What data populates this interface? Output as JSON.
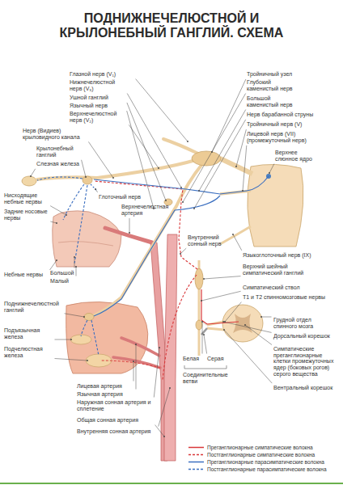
{
  "diagram": {
    "title": "ПОДНИЖНЕЧЕЛЮСТНОЙ И КРЫЛОНЕБНЫЙ ГАНГЛИЙ. СХЕМА",
    "labels": [
      "Глазной нерв (V₁)",
      "Нижнечелюстной нерв (V₃)",
      "Ушной ганглий",
      "Язычный нерв",
      "Верхнечелюстной нерв (V₂)",
      "Нерв (Видиев) крыловидного канала",
      "Крылонебный ганглий",
      "Слезная железа",
      "Нисходящие небные нервы",
      "Задние носовые нервы",
      "Глоточный нерв",
      "Верхнечелюстная артерия",
      "Небные нервы",
      "Большой",
      "Малый",
      "Поднижнечелюстной ганглий",
      "Подъязычная железа",
      "Подчелюстная железа",
      "Лицевая артерия",
      "Язычная артерия",
      "Наружная сонная артерия и сплетение",
      "Общая сонная артерия",
      "Внутренняя сонная артерия",
      "Тройничный узел",
      "Глубокий каменистый нерв",
      "Большой каменистый нерв",
      "Нерв барабанной струны",
      "Тройничный нерв (V)",
      "Лицевой нерв (VII) (промежуточный нерв)",
      "Верхнее слюнное ядро",
      "Внутренний сонный нерв",
      "Языкоглоточный нерв (IX)",
      "Верхний шейный симпатический ганглий",
      "Симпатический ствол",
      "T1 и T2 спинномозговые нервы",
      "Грудной отдел спинного мозга",
      "Дорсальный корешок",
      "Белая",
      "Серая",
      "Соединительные ветви",
      "Симпатические преганглионарные клетки промежуточных ядер (боковых рогов) серого вещества",
      "Вентральный корешок"
    ],
    "legend": [
      {
        "text": "Преганглионарные симпатические волокна"
      },
      {
        "text": "Постганглионарные симпатические волокна"
      },
      {
        "text": "Преганглионарные парасимпатические волокна"
      },
      {
        "text": "Постганглионарные парасимпатические волокна"
      }
    ]
  }
}
